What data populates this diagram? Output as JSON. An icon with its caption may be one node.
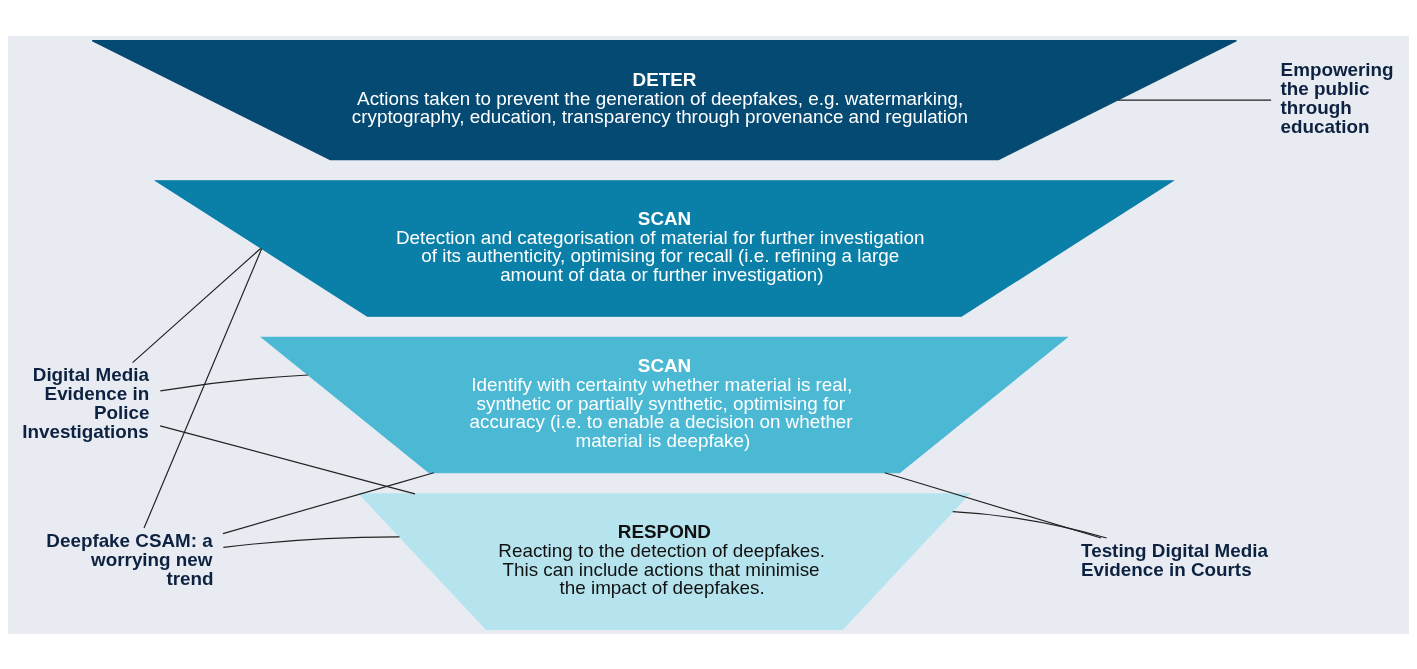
{
  "diagram": {
    "nodes": [
      {
        "text": [
          "DETER",
          "Actions taken to prevent the generation of deepfakes, e.g. watermarking, cryptography, education, transparency through provenance and regulation"
        ]
      },
      {
        "text": [
          "SCAN",
          "Detection and categorisation of material for further investigation of its authenticity, optimising for recall (i.e. refining a large amount of data or further investigation)"
        ]
      },
      {
        "text": [
          "SCAN",
          "Identify with certainty whether material is real, synthetic or partially synthetic, optimising for accuracy (i.e. to enable a decision on whether material is deepfake)"
        ]
      },
      {
        "text": [
          "RESPOND",
          "Reacting to the detection of deepfakes. This can include actions that minimise the impact of deepfakes."
        ]
      },
      {
        "text": [
          "Empowering the public through education"
        ]
      },
      {
        "text": [
          "Digital Media Evidence in Police Investigations"
        ]
      },
      {
        "text": [
          "Deepfake CSAM: a worrying new trend"
        ]
      },
      {
        "text": [
          "Testing Digital Media Evidence in Courts"
        ]
      }
    ],
    "edges": [
      {
        "from": 4,
        "to": 0,
        "arrow": "none"
      },
      {
        "from": 5,
        "to": 1,
        "arrow": "none"
      },
      {
        "from": 5,
        "to": 2,
        "arrow": "none"
      },
      {
        "from": 5,
        "to": 3,
        "arrow": "none"
      },
      {
        "from": 6,
        "to": 1,
        "arrow": "none"
      },
      {
        "from": 6,
        "to": 2,
        "arrow": "none"
      },
      {
        "from": 6,
        "to": 3,
        "arrow": "none"
      },
      {
        "from": 7,
        "to": 2,
        "arrow": "none"
      },
      {
        "from": 7,
        "to": 3,
        "arrow": "none"
      }
    ]
  }
}
